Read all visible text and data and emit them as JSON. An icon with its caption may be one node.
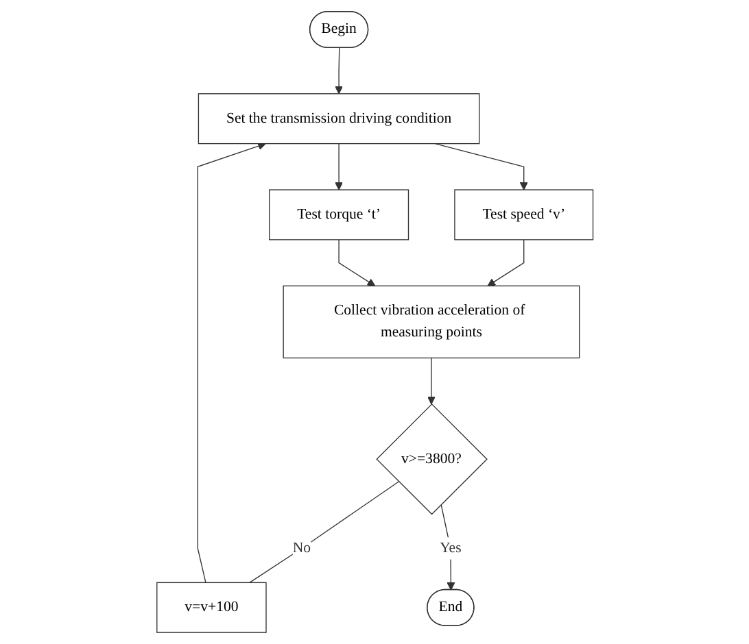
{
  "diagram": {
    "nodes": [
      {
        "text": [
          "Begin"
        ]
      },
      {
        "text": [
          "Set the transmission driving condition"
        ]
      },
      {
        "text": [
          "Test speed ‘v’"
        ]
      },
      {
        "text": [
          "Test torque ‘t’"
        ]
      },
      {
        "text": [
          "Collect vibration acceleration of measuring points"
        ]
      },
      {
        "text": [
          "v>=3800?"
        ]
      },
      {
        "text": [
          "v=v+100"
        ]
      },
      {
        "text": [
          "End"
        ]
      }
    ],
    "edges": [
      {
        "from": 0,
        "to": 1,
        "arrow": "to"
      },
      {
        "from": 1,
        "to": 2,
        "arrow": "to"
      },
      {
        "from": 1,
        "to": 3,
        "arrow": "to"
      },
      {
        "from": 2,
        "to": 4,
        "arrow": "to"
      },
      {
        "from": 3,
        "to": 4,
        "arrow": "to"
      },
      {
        "from": 4,
        "to": 5,
        "arrow": "to"
      },
      {
        "from": 5,
        "to": 6,
        "arrow": "none",
        "label": "No"
      },
      {
        "from": 6,
        "to": 1,
        "arrow": "to"
      },
      {
        "from": 5,
        "to": 7,
        "arrow": "to",
        "label": "Yes"
      }
    ]
  }
}
